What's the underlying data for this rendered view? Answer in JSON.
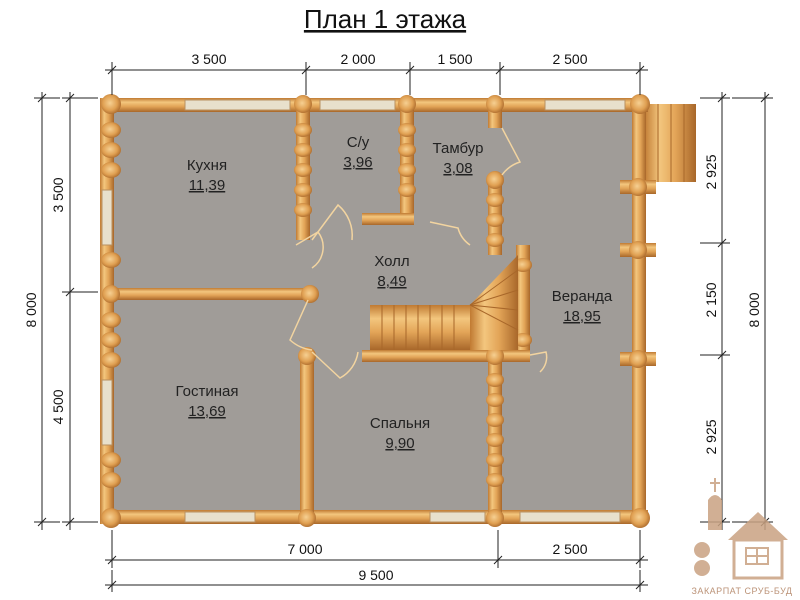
{
  "title": "План 1 этажа",
  "colors": {
    "floor": "#a09c98",
    "log_light": "#f0c078",
    "log_mid": "#d99a4a",
    "log_dark": "#a8672a",
    "window": "#e8e0cc",
    "logo": "#c9a282"
  },
  "dimensions": {
    "top": [
      "3 500",
      "2 000",
      "1 500",
      "2 500"
    ],
    "bottom_segments": [
      "7 000",
      "2 500"
    ],
    "bottom_total": "9 500",
    "left_segments": [
      "3 500",
      "4 500"
    ],
    "left_total": "8 000",
    "right_segments": [
      "2 925",
      "2 150",
      "2 925"
    ],
    "right_total": "8 000"
  },
  "rooms": [
    {
      "name": "Кухня",
      "area": "11,39"
    },
    {
      "name": "С/у",
      "area": "3,96"
    },
    {
      "name": "Тамбур",
      "area": "3,08"
    },
    {
      "name": "Холл",
      "area": "8,49"
    },
    {
      "name": "Веранда",
      "area": "18,95"
    },
    {
      "name": "Гостиная",
      "area": "13,69"
    },
    {
      "name": "Спальня",
      "area": "9,90"
    }
  ],
  "logo": {
    "text": "ЗАКАРПАТ СРУБ-БУД",
    "icon": "house-church-logo-icon"
  }
}
